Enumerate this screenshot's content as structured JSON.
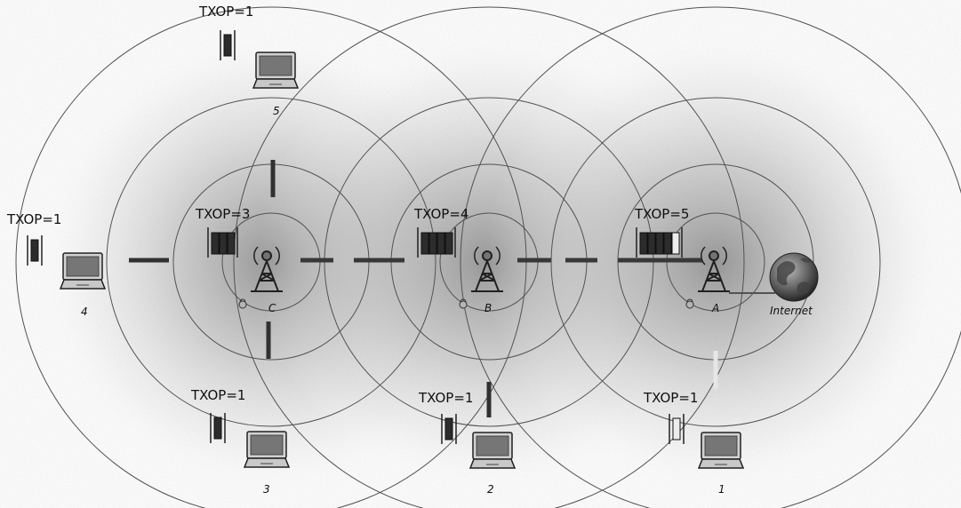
{
  "access_points": [
    {
      "name": "C",
      "txop": "TXOP=3",
      "queue": {
        "dark": 3,
        "light": 0
      }
    },
    {
      "name": "B",
      "txop": "TXOP=4",
      "queue": {
        "dark": 4,
        "light": 0
      }
    },
    {
      "name": "A",
      "txop": "TXOP=5",
      "queue": {
        "dark": 4,
        "light": 1
      }
    }
  ],
  "clients": [
    {
      "number": "1",
      "txop": "TXOP=1",
      "queue": "empty"
    },
    {
      "number": "2",
      "txop": "TXOP=1",
      "queue": "full"
    },
    {
      "number": "3",
      "txop": "TXOP=1",
      "queue": "full"
    },
    {
      "number": "4",
      "txop": "TXOP=1",
      "queue": "full"
    },
    {
      "number": "5",
      "txop": "TXOP=1",
      "queue": "full"
    }
  ],
  "internet_label": "Internet",
  "colors": {
    "link_dark": "#3a3a3a",
    "link_light": "#e8e8e8",
    "circle_stroke": "#555555",
    "halo": "#9a9a9a"
  }
}
